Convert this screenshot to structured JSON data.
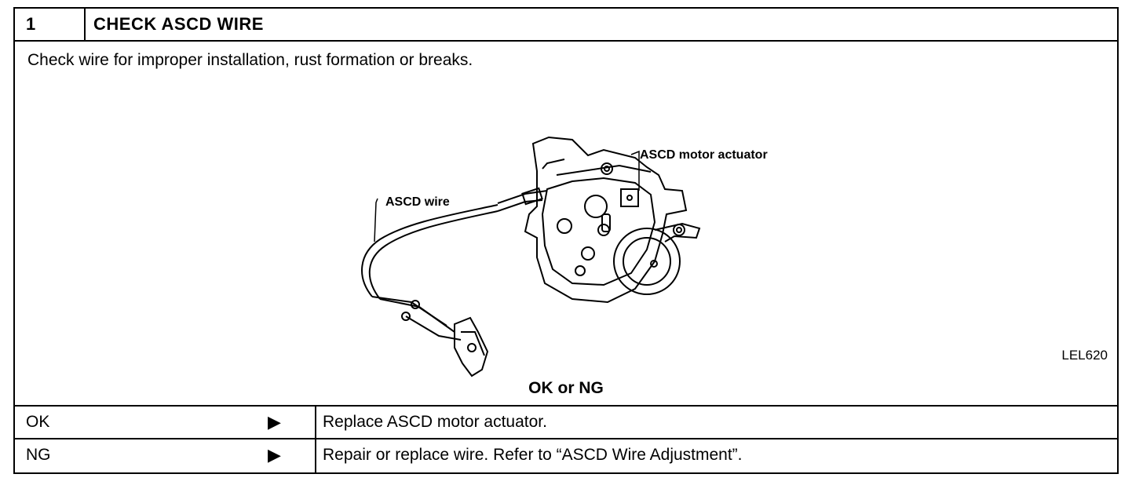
{
  "step": {
    "number": "1",
    "title": "CHECK ASCD WIRE"
  },
  "instruction": "Check wire for improper installation, rust formation or breaks.",
  "figure": {
    "callout_actuator": "ASCD motor actuator",
    "callout_wire": "ASCD wire",
    "reference_code": "LEL620"
  },
  "result_question": "OK or NG",
  "results": [
    {
      "label": "OK",
      "arrow": "▶",
      "action": "Replace ASCD motor actuator."
    },
    {
      "label": "NG",
      "arrow": "▶",
      "action": "Repair or replace wire. Refer to “ASCD Wire Adjustment”."
    }
  ]
}
